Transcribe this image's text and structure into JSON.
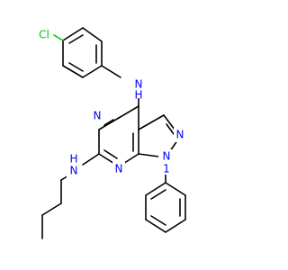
{
  "molecule": {
    "atom_labels": {
      "cl": "Cl",
      "n_amine_top": "N",
      "n_amine_top_h": "H",
      "n_ring_left": "N",
      "n_pyrazole_right": "N",
      "n_amine_left": "N",
      "n_amine_left_h": "H",
      "n_ring_bottom": "N",
      "n_pyrazole_bottom": "N",
      "n_pyrazole_bottom_locant": "1"
    },
    "colors": {
      "bond": "#000000",
      "nitrogen": "#0000ff",
      "chlorine": "#00c400",
      "background": "#ffffff"
    }
  }
}
